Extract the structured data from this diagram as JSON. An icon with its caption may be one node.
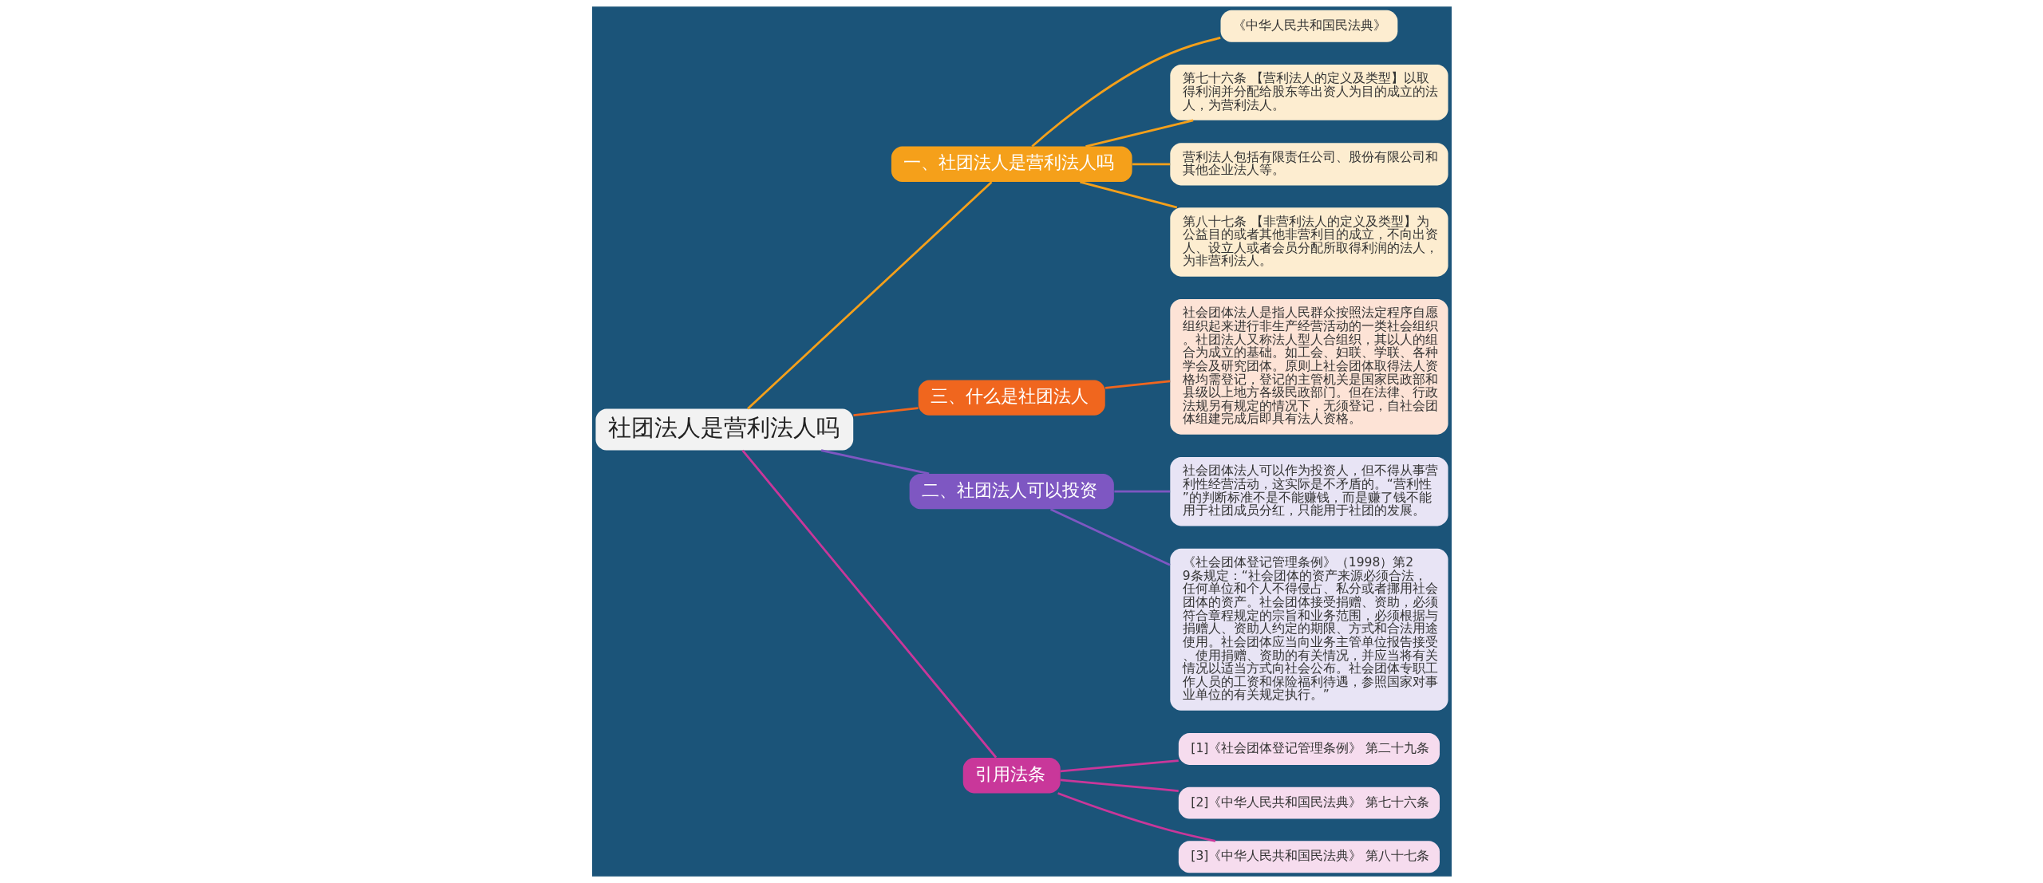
{
  "diagram": {
    "nodes": [
      {
        "text": [
          "社团法人是营利法人吗"
        ]
      },
      {
        "text": [
          "一、社团法人是营利法人吗"
        ]
      },
      {
        "text": [
          "《中华人民共和国民法典》"
        ]
      },
      {
        "text": [
          "第七十六条 【营利法人的定义及类型】以取得利润并分配给股东等出资人为目的成立的法人，为营利法人。"
        ]
      },
      {
        "text": [
          "营利法人包括有限责任公司、股份有限公司和其他企业法人等。"
        ]
      },
      {
        "text": [
          "第八十七条 【非营利法人的定义及类型】为公益目的或者其他非营利目的成立，不向出资人、设立人或者会员分配所取得利润的法人，为非营利法人。"
        ]
      },
      {
        "text": [
          "三、什么是社团法人"
        ]
      },
      {
        "text": [
          "社会团体法人是指人民群众按照法定程序自愿组织起来进行非生产经营活动的一类社会组织。社团法人又称法人型人合组织，其以人的组合为成立的基础。如工会、妇联、学联、各种学会及研究团体。原则上社会团体取得法人资格均需登记，登记的主管机关是国家民政部和县级以上地方各级民政部门。但在法律、行政法规另有规定的情况下，无须登记，自社会团体组建完成后即具有法人资格。"
        ]
      },
      {
        "text": [
          "二、社团法人可以投资"
        ]
      },
      {
        "text": [
          "社会团体法人可以作为投资人，但不得从事营利性经营活动，这实际是不矛盾的。“营利性”的判断标准不是不能赚钱，而是赚了钱不能用于社团成员分红，只能用于社团的发展。"
        ]
      },
      {
        "text": [
          "《社会团体登记管理条例》（1998）第29条规定：“社会团体的资产来源必须合法，任何单位和个人不得侵占、私分或者挪用社会团体的资产。社会团体接受捐赠、资助，必须符合章程规定的宗旨和业务范围，必须根据与捐赠人、资助人约定的期限、方式和合法用途使用。社会团体应当向业务主管单位报告接受、使用捐赠、资助的有关情况，并应当将有关情况以适当方式向社会公布。社会团体专职工作人员的工资和保险福利待遇，参照国家对事业单位的有关规定执行。”"
        ]
      },
      {
        "text": [
          "引用法条"
        ]
      },
      {
        "text": [
          "[1]《社会团体登记管理条例》 第二十九条"
        ]
      },
      {
        "text": [
          "[2]《中华人民共和国民法典》 第七十六条"
        ]
      },
      {
        "text": [
          "[3]《中华人民共和国民法典》 第八十七条"
        ]
      }
    ],
    "edges": [
      {
        "from": 0,
        "to": 1,
        "arrow": "none",
        "color": "#f5a01a"
      },
      {
        "from": 1,
        "to": 2,
        "arrow": "none",
        "color": "#f5a01a"
      },
      {
        "from": 1,
        "to": 3,
        "arrow": "none",
        "color": "#f5a01a"
      },
      {
        "from": 1,
        "to": 4,
        "arrow": "none",
        "color": "#f5a01a"
      },
      {
        "from": 1,
        "to": 5,
        "arrow": "none",
        "color": "#f5a01a"
      },
      {
        "from": 0,
        "to": 6,
        "arrow": "none",
        "color": "#f0661e"
      },
      {
        "from": 6,
        "to": 7,
        "arrow": "none",
        "color": "#f0661e"
      },
      {
        "from": 0,
        "to": 8,
        "arrow": "none",
        "color": "#7e57c2"
      },
      {
        "from": 8,
        "to": 9,
        "arrow": "none",
        "color": "#7e57c2"
      },
      {
        "from": 8,
        "to": 10,
        "arrow": "none",
        "color": "#7e57c2"
      },
      {
        "from": 0,
        "to": 11,
        "arrow": "none",
        "color": "#c9379a"
      },
      {
        "from": 11,
        "to": 12,
        "arrow": "none",
        "color": "#c9379a"
      },
      {
        "from": 11,
        "to": 13,
        "arrow": "none",
        "color": "#c9379a"
      },
      {
        "from": 11,
        "to": 14,
        "arrow": "none",
        "color": "#c9379a"
      }
    ]
  }
}
